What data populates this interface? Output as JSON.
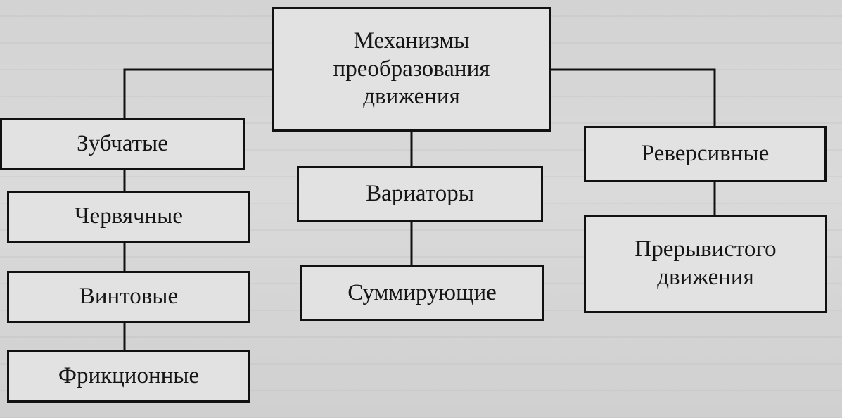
{
  "diagram": {
    "root": "Механизмы\nпреобразования\nдвижения",
    "left_branch": [
      "Зубчатые",
      "Червячные",
      "Винтовые",
      "Фрикционные"
    ],
    "middle_branch": [
      "Вариаторы",
      "Суммирующие"
    ],
    "right_branch": [
      "Реверсивные",
      "Прерывистого\nдвижения"
    ]
  },
  "colors": {
    "line": "#111111",
    "box_fill": "#e2e2e2",
    "background": "#d6d6d6"
  }
}
